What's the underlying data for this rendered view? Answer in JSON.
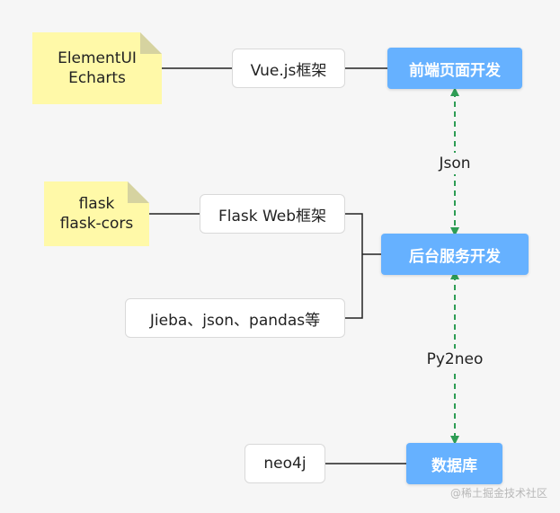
{
  "nodes": {
    "frontend": "前端页面开发",
    "backend": "后台服务开发",
    "database": "数据库",
    "vue": "Vue.js框架",
    "flask_web": "Flask Web框架",
    "libs": "Jieba、json、pandas等",
    "neo4j": "neo4j"
  },
  "notes": {
    "frontend": [
      "ElementUI",
      "Echarts"
    ],
    "backend": [
      "flask",
      "flask-cors"
    ]
  },
  "edge_labels": {
    "frontend_backend": "Json",
    "backend_database": "Py2neo"
  },
  "colors": {
    "primary_box": "#66b1ff",
    "dashed_connector": "#2e9d55",
    "note_fill": "#fff9a8"
  },
  "watermark": "@稀土掘金技术社区"
}
